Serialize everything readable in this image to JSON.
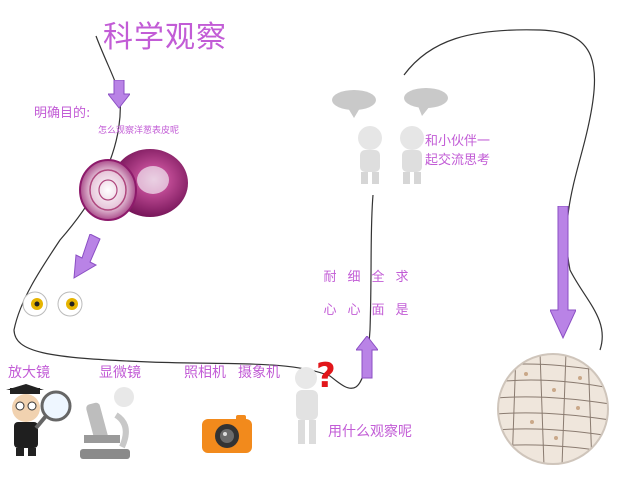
{
  "title": "科学观察",
  "goal": {
    "label": "明确目的:",
    "sub": "怎么观察洋葱表皮呢"
  },
  "tools": [
    "放大镜",
    "显微镜",
    "照相机",
    "摄象机"
  ],
  "discuss": [
    "和小伙伴一",
    "起交流思考"
  ],
  "attitude": [
    "耐心",
    "细心",
    "全面",
    "求是"
  ],
  "question": "用什么观察呢",
  "question_mark": "?",
  "colors": {
    "title": "#c25cd6",
    "arrow": "#b983e6",
    "arrow_border": "#8b4fc4",
    "onion": "#8d1a6b",
    "camera": "#f28a1c"
  }
}
